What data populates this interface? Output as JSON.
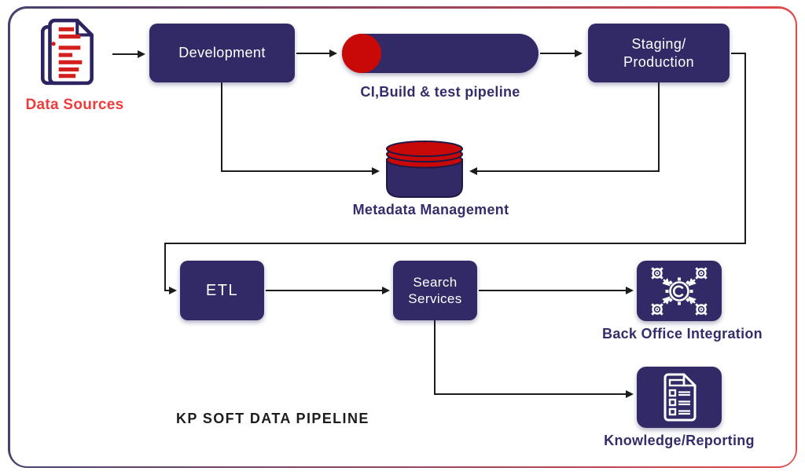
{
  "diagram_title": "KP SOFT DATA PIPELINE",
  "nodes": {
    "data_sources": {
      "label": "Data Sources",
      "icon": "documents-icon"
    },
    "development": {
      "label": "Development"
    },
    "ci_pipeline": {
      "caption": "CI,Build & test pipeline",
      "icon": "pipeline-pill-red-dot"
    },
    "staging_production": {
      "label": "Staging/\nProduction"
    },
    "metadata_management": {
      "caption": "Metadata Management",
      "icon": "database-cylinder-icon"
    },
    "etl": {
      "label": "ETL"
    },
    "search_services": {
      "label": "Search\nServices"
    },
    "back_office_integration": {
      "caption": "Back Office Integration",
      "icon": "integration-gears-icon"
    },
    "knowledge_reporting": {
      "caption": "Knowledge/Reporting",
      "icon": "report-document-icon"
    }
  },
  "edges": [
    "data_sources -> development",
    "development -> ci_pipeline",
    "ci_pipeline -> staging_production",
    "development -> metadata_management",
    "staging_production -> metadata_management",
    "staging_production -> etl",
    "etl -> search_services",
    "search_services -> back_office_integration",
    "search_services -> knowledge_reporting"
  ],
  "colors": {
    "navy": "#312a66",
    "red": "#c90808",
    "label_red": "#ee3b3b",
    "label_navy": "#332e6b",
    "line": "#1c1c1c",
    "title": "#1d1d1d",
    "border_gradient_start": "#45426f",
    "border_gradient_end": "#e1494b"
  }
}
